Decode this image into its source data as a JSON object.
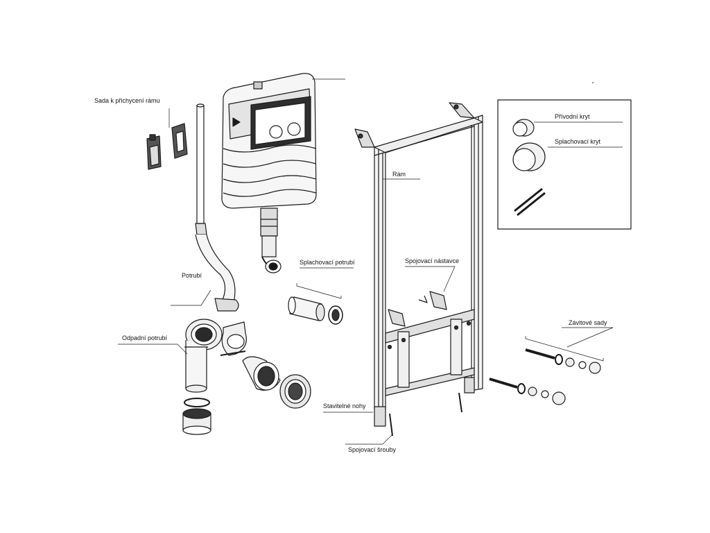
{
  "diagram": {
    "labels": {
      "frame_kit": "Sada k přichycení rámu",
      "pipe": "Potrubí",
      "waste_pipe": "Odpadní potrubí",
      "flush_pipe": "Splachovací potrubí",
      "frame": "Rám",
      "connectors": "Spojovací nástavce",
      "adjustable_legs": "Stavitelné nohy",
      "bolts": "Spojovací šrouby",
      "threaded_sets": "Závitové sady",
      "inlet_cover": "Přívodní kryt",
      "flush_cover": "Splachovací kryt"
    },
    "colors": {
      "line": "#1a1a1a",
      "fill_light": "#f2f2f2",
      "fill_mid": "#cfcfcf",
      "fill_dark": "#3a3a3a"
    }
  }
}
